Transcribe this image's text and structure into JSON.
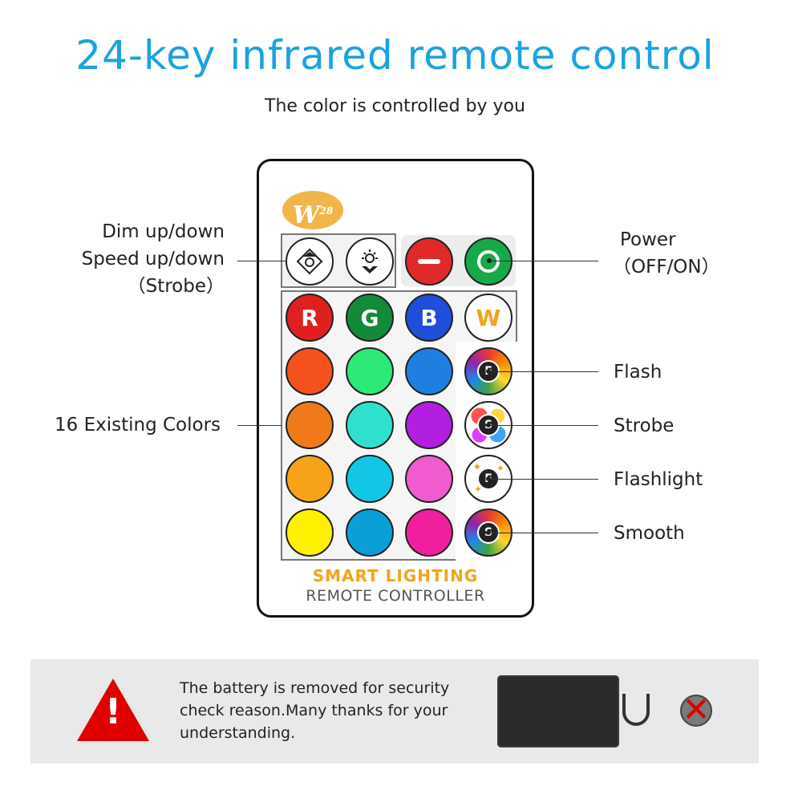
{
  "title": "24-key infrared remote control",
  "subtitle": "The color is controlled by you",
  "logo": {
    "text": "W",
    "sup": "28"
  },
  "buttons": {
    "dim_up_icon": "brightness-up-icon",
    "dim_down_icon": "brightness-down-icon",
    "off_symbol": "—",
    "on_symbol": "O",
    "r": "R",
    "g": "G",
    "b": "B",
    "w": "W",
    "flash": "F",
    "strobe": "S",
    "flashlight": "F",
    "smooth": "S"
  },
  "colors": {
    "accent_title": "#1aa3e0",
    "grid": [
      [
        "#f4511e",
        "#2ee878",
        "#1e7fe0"
      ],
      [
        "#f07a1a",
        "#2fe0cf",
        "#b21fe0"
      ],
      [
        "#f8a21a",
        "#12c7e6",
        "#f05ccf"
      ],
      [
        "#fff200",
        "#0b9fd8",
        "#f01f9e"
      ]
    ]
  },
  "labels": {
    "dim_line1": "Dim up/down",
    "dim_line2": "Speed up/down",
    "dim_line3": "（Strobe）",
    "power_line1": "Power",
    "power_line2": "（OFF/ON）",
    "existing": "16 Existing Colors",
    "flash": "Flash",
    "strobe": "Strobe",
    "flashlight": "Flashlight",
    "smooth": "Smooth"
  },
  "remote_footer": {
    "line1": "SMART LIGHTING",
    "line2": "REMOTE CONTROLLER"
  },
  "notice": "The battery is removed for security check reason.Many thanks for your understanding."
}
